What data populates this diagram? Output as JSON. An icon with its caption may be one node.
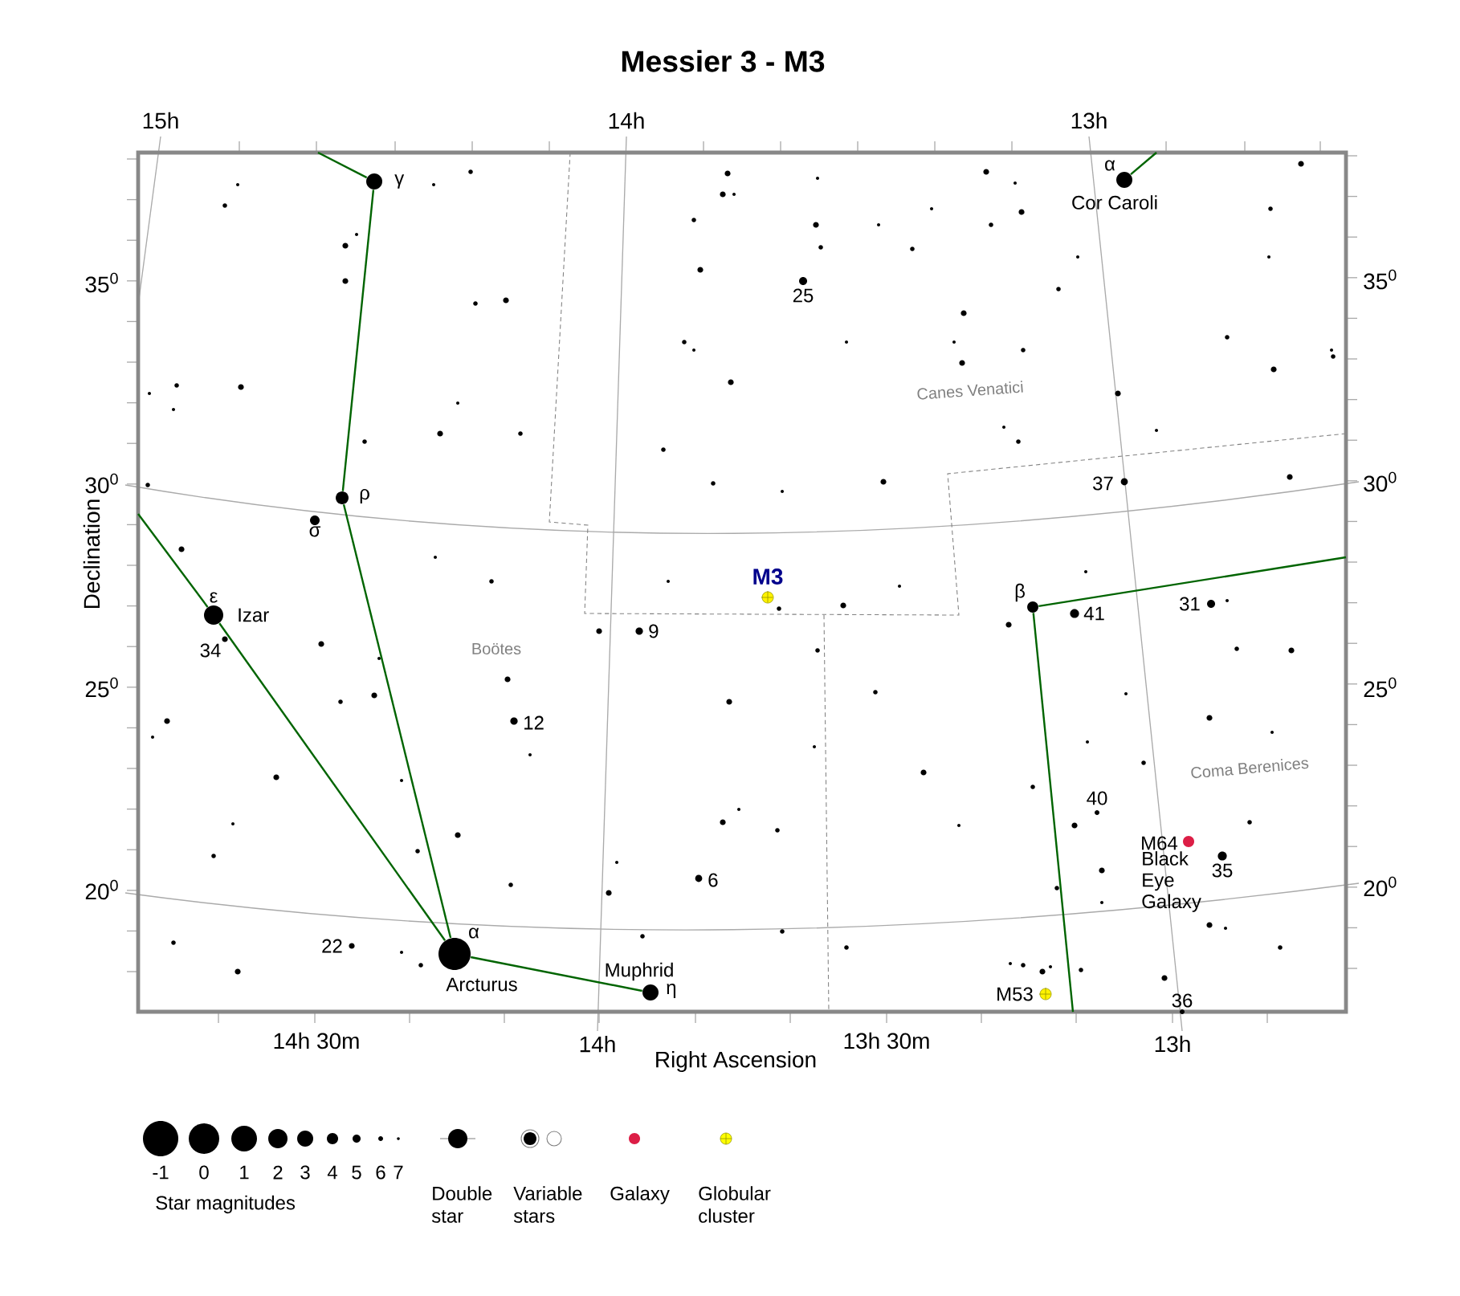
{
  "diagram": {
    "title": "Messier 3 - M3",
    "nodes": [
      {
        "text": [],
        "shape": "circle",
        "beside": [
          "γ"
        ]
      },
      {
        "text": [],
        "shape": "circle",
        "beside": [
          "α",
          "Cor Caroli"
        ]
      },
      {
        "text": [],
        "shape": "circle",
        "beside": [
          "ρ"
        ]
      },
      {
        "text": [],
        "shape": "circle",
        "beside": [
          "β"
        ]
      },
      {
        "text": [],
        "shape": "circle",
        "beside": [
          "ε",
          "Izar"
        ]
      },
      {
        "text": [],
        "shape": "circle",
        "beside": [
          "α",
          "Arcturus"
        ]
      },
      {
        "text": [],
        "shape": "circle",
        "beside": [
          "Muphrid",
          "η"
        ]
      }
    ],
    "edges": [
      {
        "from": null,
        "to": 0,
        "arrow": "none"
      },
      {
        "from": 0,
        "to": 2,
        "arrow": "none"
      },
      {
        "from": 2,
        "to": 5,
        "arrow": "none"
      },
      {
        "from": null,
        "to": 4,
        "arrow": "none"
      },
      {
        "from": 4,
        "to": 5,
        "arrow": "none"
      },
      {
        "from": 5,
        "to": 6,
        "arrow": "none"
      },
      {
        "from": 1,
        "to": null,
        "arrow": "none"
      },
      {
        "from": 3,
        "to": null,
        "arrow": "none"
      },
      {
        "from": 3,
        "to": null,
        "arrow": "none"
      }
    ],
    "labels": [
      "15h",
      "14h",
      "13h",
      "35$^{0}$",
      "35$^{0}$",
      "25",
      "Canes Venatici",
      "30$^{0}$",
      "37",
      "30$^{0}$",
      "σ",
      "Declination",
      "M3",
      "31",
      "41",
      "9",
      "34",
      "Boötes",
      "25$^{0}$",
      "25$^{0}$",
      "12",
      "Coma Berenices",
      "40",
      "M64",
      "Black Eye Galaxy",
      "35",
      "6",
      "20$^{0}$",
      "20$^{0}$",
      "22",
      "M53",
      "36",
      "14h 30m",
      "14h",
      "13h 30m",
      "13h",
      "Right Ascension",
      "Star magnitudes"
    ],
    "legend": [
      {
        "text": "-1"
      },
      {
        "text": "0"
      },
      {
        "text": "1"
      },
      {
        "text": "2"
      },
      {
        "text": "3"
      },
      {
        "text": "4"
      },
      {
        "text": "5"
      },
      {
        "text": "6"
      },
      {
        "text": "7"
      },
      {
        "text": "Double star"
      },
      {
        "text": "Variable stars"
      },
      {
        "text": "Galaxy",
        "color": "#dc1e46"
      },
      {
        "text": "Globular cluster",
        "color": "#ffff00"
      }
    ]
  }
}
